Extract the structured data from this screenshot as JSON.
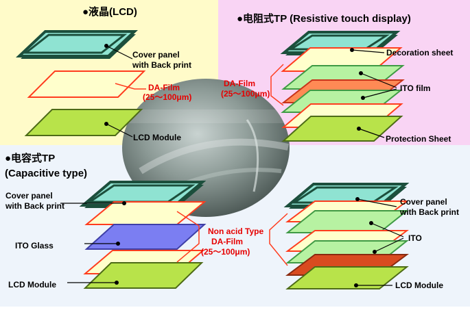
{
  "colors": {
    "lcd_bg": "#fffbc9",
    "resistive_bg": "#f9d4f4",
    "capacitive_bg": "#eef4fb",
    "cover_fill": "#8fe3d2",
    "cover_frame": "#1c4f3c",
    "film_fill": "#ffffcc",
    "film_border": "#ff3c1e",
    "lcd_fill": "#b8e34a",
    "ito_film_fill": "#b7f2a2",
    "glass_fill": "#7b7ef2",
    "accent_red": "#e60000"
  },
  "lcd": {
    "title": "●液晶(LCD)",
    "cover_label_1": "Cover panel",
    "cover_label_2": "with Back print",
    "film_label_1": "DA-Film",
    "film_label_2": "(25～100μm)",
    "module_label": "LCD Module"
  },
  "resistive": {
    "title": "●电阻式TP (Resistive touch display)",
    "decoration_label": "Decoration sheet",
    "ito_label": "ITO film",
    "protection_label": "Protection Sheet",
    "film_label_1": "DA-Film",
    "film_label_2": "(25～100μm)"
  },
  "capacitive": {
    "title_1": "●电容式TP",
    "title_2": "(Capacitive type)",
    "left_cover_label_1": "Cover panel",
    "left_cover_label_2": "with Back print",
    "ito_glass_label": "ITO   Glass",
    "left_module_label": "LCD Module",
    "film_label_1": "Non acid Type",
    "film_label_2": "DA-Film",
    "film_label_3": "(25～100μm)",
    "right_cover_label_1": "Cover panel",
    "right_cover_label_2": "with Back print",
    "right_ito_label": "ITO",
    "right_module_label": "LCD Module"
  }
}
